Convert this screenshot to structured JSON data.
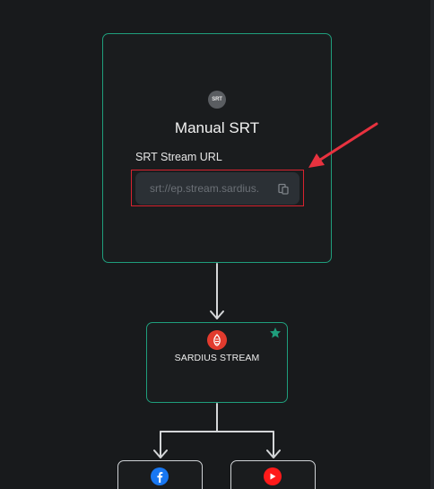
{
  "source_node": {
    "logo_text": "SRT",
    "title": "Manual SRT",
    "field_label": "SRT Stream URL",
    "url_value": "srt://ep.stream.sardius."
  },
  "stream_node": {
    "title": "SARDIUS STREAM",
    "icon": "sardius-logo-icon",
    "badge_icon": "star-icon"
  },
  "destinations": [
    {
      "icon": "facebook-icon"
    },
    {
      "icon": "youtube-icon"
    }
  ],
  "colors": {
    "background": "#181a1c",
    "node_border": "#1f9e7c",
    "highlight": "#d8232f",
    "input_bg": "#2b3035",
    "star": "#1f9e7c",
    "facebook": "#1877f2",
    "youtube": "#ff1a1a",
    "sardius": "#e23b2e"
  }
}
